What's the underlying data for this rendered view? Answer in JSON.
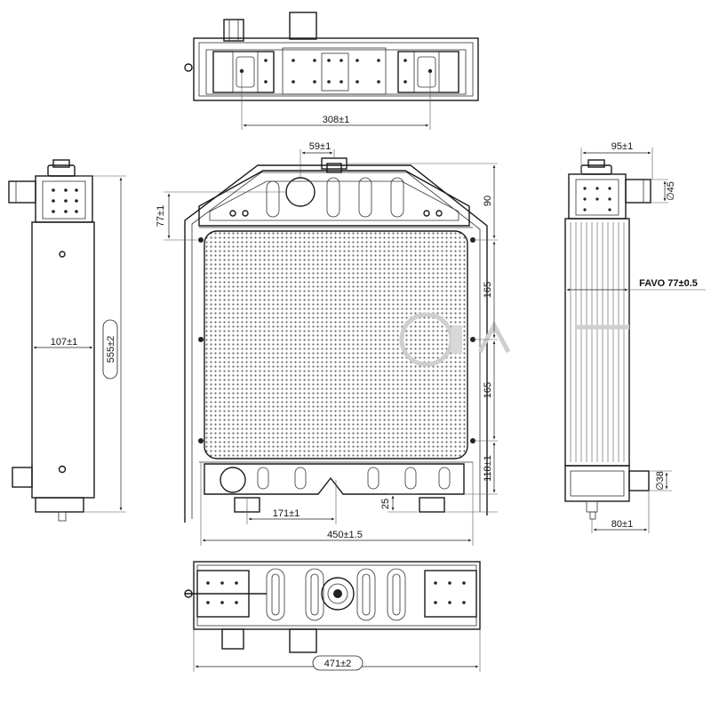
{
  "dimensions": {
    "top_width": "308±1",
    "tank_offset": "59±1",
    "side_offset": "77±1",
    "top_height": "90",
    "section_upper": "165",
    "section_lower": "165",
    "bottom_offset": "118±1",
    "outlet_height": "25",
    "outlet_offset": "171±1",
    "core_width": "450±1.5",
    "left_depth": "107±1",
    "total_height": "555±2",
    "right_top_width": "95±1",
    "inlet_diameter": "∅45",
    "core_thickness": "FAVO 77±0.5",
    "outlet_diameter": "∅38",
    "right_bottom_width": "80±1",
    "bottom_width": "471±2"
  }
}
